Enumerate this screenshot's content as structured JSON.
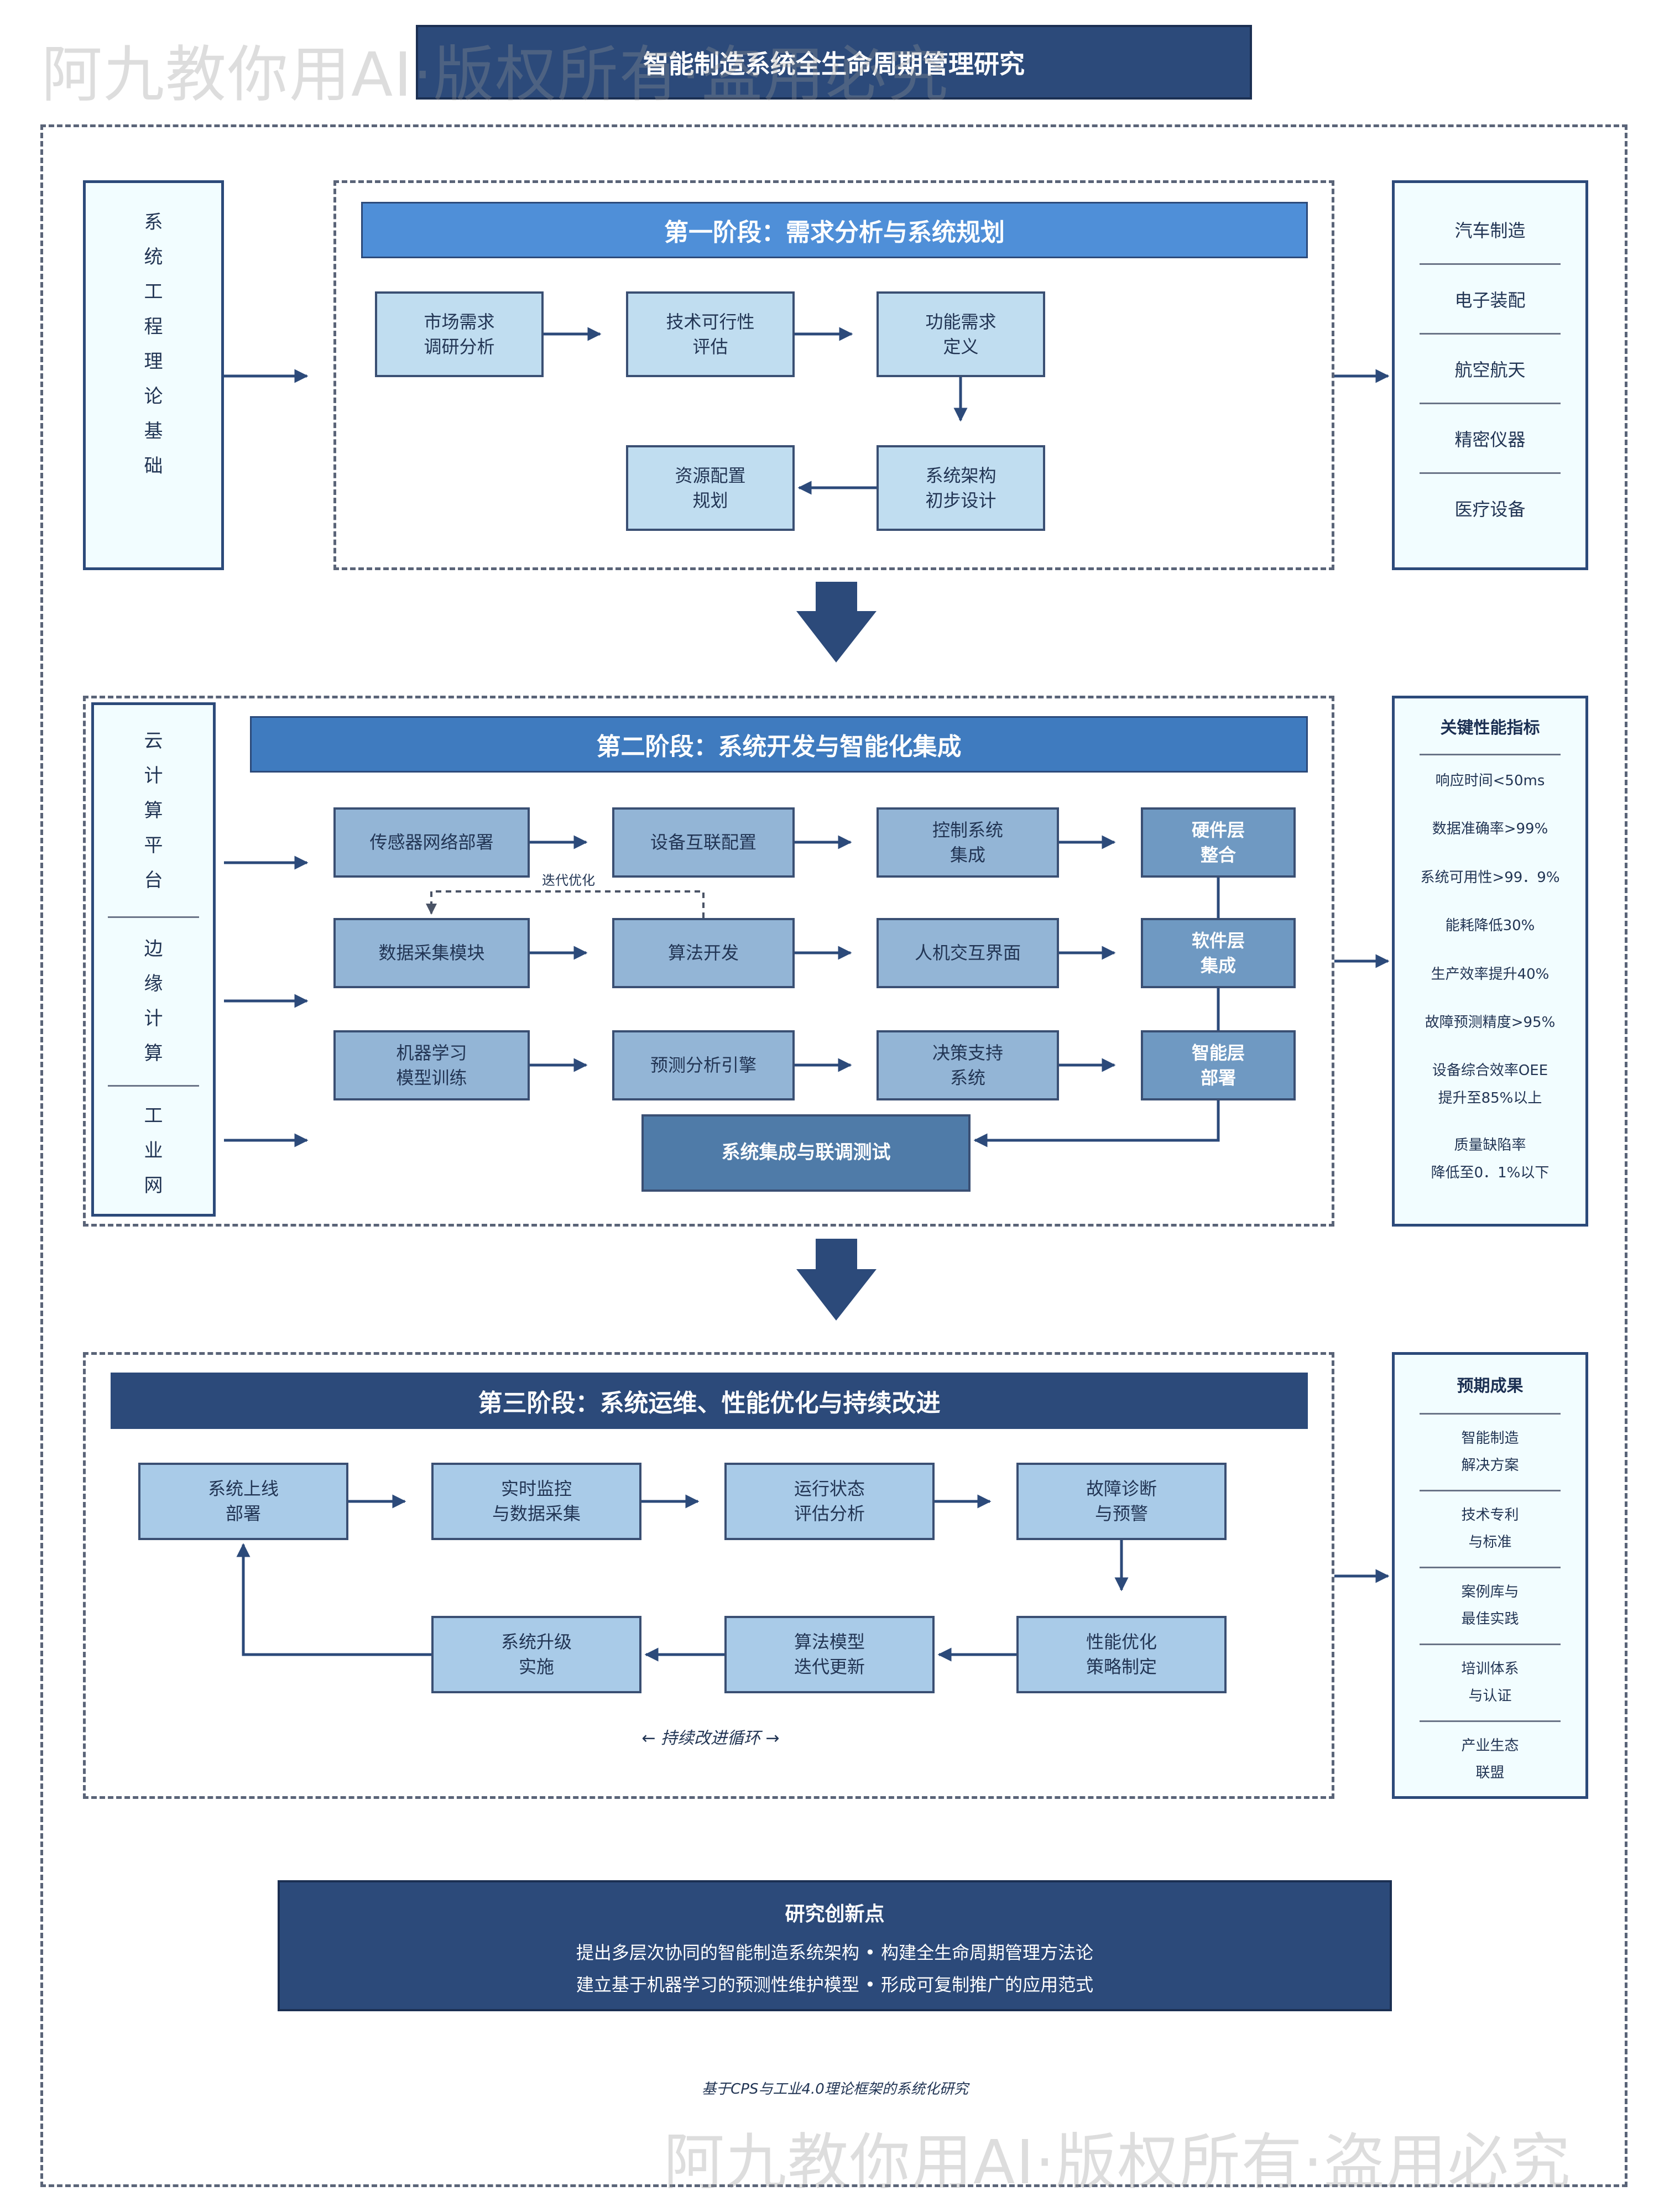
{
  "title": "智能制造系统全生命周期管理研究",
  "watermark": "阿九教你用AI·版权所有·盗用必究",
  "left_foundation": [
    "系",
    "统",
    "工",
    "程",
    "理",
    "论",
    "基",
    "础"
  ],
  "industries": [
    "汽车制造",
    "电子装配",
    "航空航天",
    "精密仪器",
    "医疗设备"
  ],
  "stage1": {
    "title": "第一阶段：需求分析与系统规划",
    "nodes": [
      "市场需求\n调研分析",
      "技术可行性\n评估",
      "功能需求\n定义",
      "系统架构\n初步设计",
      "资源配置\n规划"
    ]
  },
  "stage2": {
    "title": "第二阶段：系统开发与智能化集成",
    "platforms": [
      [
        "云",
        "计",
        "算",
        "平",
        "台"
      ],
      [
        "边",
        "缘",
        "计",
        "算"
      ],
      [
        "工",
        "业",
        "网"
      ]
    ],
    "rows": [
      [
        "传感器网络部署",
        "设备互联配置",
        "控制系统\n集成",
        "硬件层\n整合"
      ],
      [
        "数据采集模块",
        "算法开发",
        "人机交互界面",
        "软件层\n集成"
      ],
      [
        "机器学习\n模型训练",
        "预测分析引擎",
        "决策支持\n系统",
        "智能层\n部署"
      ]
    ],
    "iteration_label": "迭代优化",
    "integration": "系统集成与联调测试"
  },
  "kpi": {
    "title": "关键性能指标",
    "items": [
      "响应时间<50ms",
      "数据准确率>99%",
      "系统可用性>99．9%",
      "能耗降低30%",
      "生产效率提升40%",
      "故障预测精度>95%",
      "设备综合效率OEE\n提升至85%以上",
      "质量缺陷率\n降低至0．1%以下"
    ]
  },
  "stage3": {
    "title": "第三阶段：系统运维、性能优化与持续改进",
    "top": [
      "系统上线\n部署",
      "实时监控\n与数据采集",
      "运行状态\n评估分析",
      "故障诊断\n与预警"
    ],
    "bottom": [
      "系统升级\n实施",
      "算法模型\n迭代更新",
      "性能优化\n策略制定"
    ],
    "cycle_label": "← 持续改进循环 →"
  },
  "outcomes": {
    "title": "预期成果",
    "items": [
      "智能制造\n解决方案",
      "技术专利\n与标准",
      "案例库与\n最佳实践",
      "培训体系\n与认证",
      "产业生态\n联盟"
    ]
  },
  "innovation": {
    "title": "研究创新点",
    "line1": "提出多层次协同的智能制造系统架构 • 构建全生命周期管理方法论",
    "line2": "建立基于机器学习的预测性维护模型 • 形成可复制推广的应用范式"
  },
  "footer": "基于CPS与工业4.0理论框架的系统化研究",
  "colors": {
    "dark": "#2c4a7a",
    "stage1": "#4f8fd8",
    "stage2": "#3f7bbf",
    "stage3": "#2c4a7a"
  }
}
